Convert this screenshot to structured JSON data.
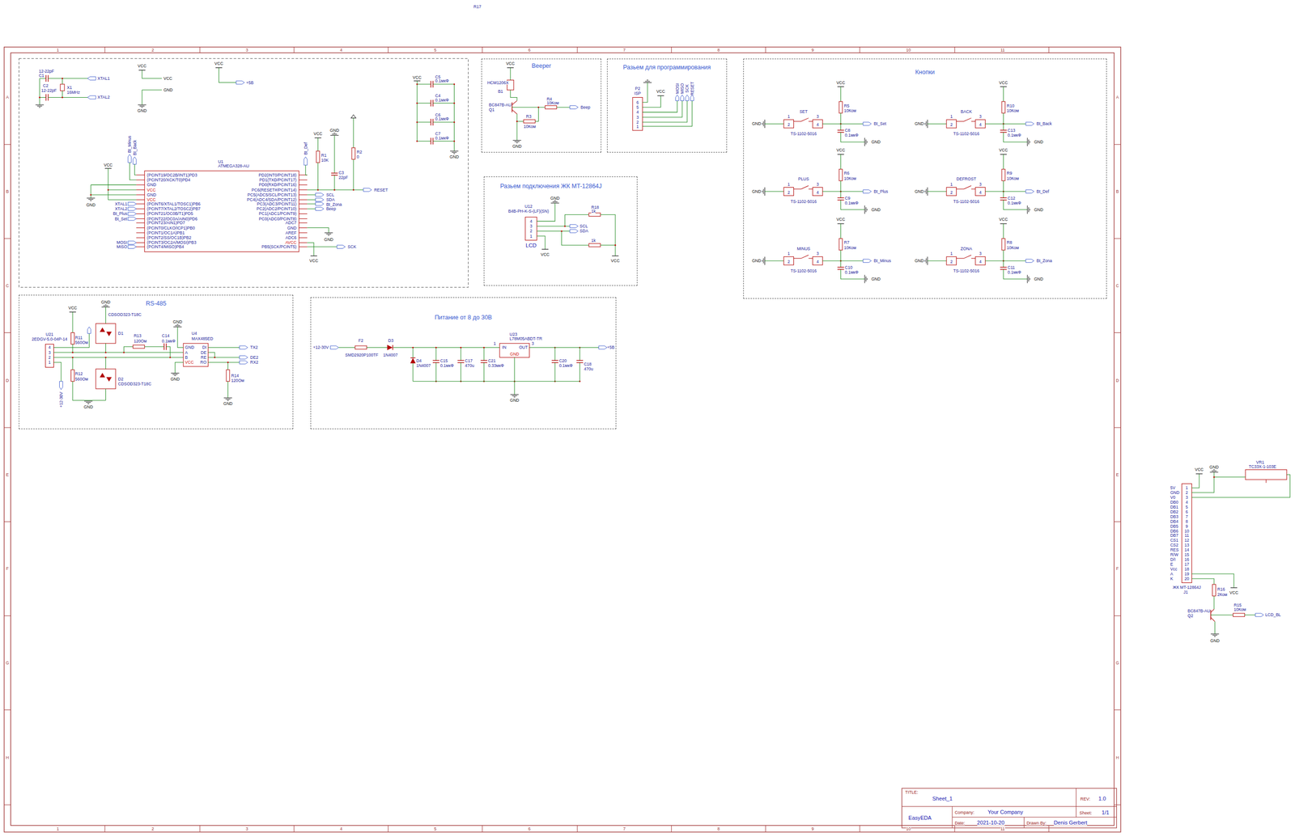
{
  "diagram": {
    "nodes": [
      {
        "text": [
          "Beeper"
        ]
      },
      {
        "text": [
          "Разьем для программирования"
        ]
      },
      {
        "text": [
          "Кнопки"
        ]
      },
      {
        "text": [
          "Разьем подключения ЖК MT-12864J"
        ]
      },
      {
        "text": [
          "RS-485"
        ]
      },
      {
        "text": [
          "Питание от 8 до 30В"
        ]
      }
    ],
    "labels": [
      "R17",
      "1",
      "2",
      "3",
      "4",
      "5",
      "6",
      "7",
      "8",
      "9",
      "10",
      "11",
      "1",
      "2",
      "3",
      "4",
      "5",
      "6",
      "7",
      "8",
      "9",
      "10",
      "11",
      "A",
      "B",
      "C",
      "D",
      "E",
      "F",
      "G",
      "H",
      "A",
      "B",
      "C",
      "D",
      "E",
      "F",
      "G",
      "H",
      "12-22pF",
      "C1",
      "C2",
      "12-22pF",
      "X1",
      "16MHz",
      "XTAL1",
      "XTAL2",
      "VCC",
      "VCC",
      "GND",
      "GND",
      "VCC",
      "+5В",
      "VCC",
      "C5",
      "0.1мкФ",
      "C4",
      "0.1мкФ",
      "C6",
      "0.1мкФ",
      "C7",
      "0.1мкФ",
      "GND",
      "U1",
      "ATMEGA328-AU",
      "(PCINT19/OC2B/INT1)PD3",
      "(PCINT20/XCK/T0)PD4",
      "GND",
      "VCC",
      "GND",
      "VCC",
      "(PCINT6/XTAL1/TOSC1)PB6",
      "(PCINT7/XTAL2/TOSC2)PB7",
      "(PCINT21/OC0B/T1)PD5",
      "(PCINT22/OC0A/AIN0)PD6",
      "(PCINT23/AIN1)PD7",
      "(PCINT0/CLKO/ICP1)PB0",
      "(PCINT1/OC1A)PB1",
      "(PCINT2/SS/OC1B)PB2",
      "(PCINT3/OC2A/MOSI)PB3",
      "(PCINT4/MISO)PB4",
      "PD2(INT0/PCINT18)",
      "PD1(TXD/PCINT17)",
      "PD0(RXD/PCINT16)",
      "PC6(RESET#/PCINT14)",
      "PC5(ADC5/SCL/PCINT13)",
      "PC4(ADC4/SDA/PCINT12)",
      "PC3(ADC3/PCINT11)",
      "PC2(ADC2/PCINT10)",
      "PC1(ADC1/PCINT9)",
      "PC0(ADC0/PCINT8)",
      "ADC7",
      "GND",
      "AREF",
      "ADC6",
      "AVCC",
      "PB5(SCK/PCINT5)",
      "VCC",
      "GND",
      "XTAL1",
      "XTAL2",
      "Bt_Plus",
      "Bt_Set",
      "MOSI",
      "MISO",
      "Bt_Minus",
      "Bt_Back",
      "Bt_Def",
      "VCC",
      "GND",
      "R1",
      "10K",
      "R2",
      "0",
      "C3",
      "22pF",
      "RESET",
      "SCL",
      "SDA",
      "Bt_Zona",
      "Beep",
      "GND",
      "SCK",
      "VCC",
      "VCC",
      "HCM1206X",
      "B1",
      "BC847B-AU",
      "Q1",
      "R4",
      "10Ком",
      "R3",
      "10Ком",
      "Beep",
      "GND",
      "P2",
      "ISP",
      "VCC",
      "6",
      "5",
      "4",
      "3",
      "2",
      "1",
      "MOSI",
      "MISO",
      "SCK",
      "RESET",
      "GND",
      "U12",
      "B4B-PH-K-S-(LF)(SN)",
      "4",
      "3",
      "2",
      "1",
      "LCD",
      "SCL",
      "SDA",
      "R18",
      "1k",
      "1k",
      "VCC",
      "VCC",
      "VCC",
      "R5",
      "10Ком",
      "GND",
      "SET",
      "1",
      "3",
      "2",
      "4",
      "TS-1102-5016",
      "C8",
      "0.1мкФ",
      "Bt_Set",
      "GND",
      "VCC",
      "R10",
      "10Ком",
      "GND",
      "BACK",
      "1",
      "3",
      "2",
      "4",
      "TS-1102-5016",
      "C13",
      "0.1мкФ",
      "Bt_Back",
      "GND",
      "VCC",
      "R6",
      "10Ком",
      "GND",
      "PLUS",
      "1",
      "3",
      "2",
      "4",
      "TS-1102-5016",
      "C9",
      "0.1мкФ",
      "Bt_Plus",
      "GND",
      "VCC",
      "R9",
      "10Ком",
      "GND",
      "DEFROST",
      "1",
      "3",
      "2",
      "4",
      "TS-1102-5016",
      "C12",
      "0.1мкФ",
      "Bt_Def",
      "GND",
      "VCC",
      "R7",
      "10Ком",
      "GND",
      "MINUS",
      "1",
      "3",
      "2",
      "4",
      "TS-1102-5016",
      "C10",
      "0.1мкФ",
      "Bt_Minus",
      "GND",
      "VCC",
      "R8",
      "10Ком",
      "GND",
      "ZONA",
      "1",
      "3",
      "2",
      "4",
      "TS-1102-5016",
      "C11",
      "0.1мкФ",
      "Bt_Zona",
      "GND",
      "GND",
      "VCC",
      "CDSOD323-T18C",
      "D1",
      "R11",
      "560Ом",
      "U21",
      "2EDGV-5.0-04P-14",
      "4",
      "3",
      "2",
      "1",
      "R13",
      "120Ом",
      "C14",
      "0.1мкФ",
      "GND",
      "U4",
      "MAX485ED",
      "GND",
      "A",
      "B",
      "VCC",
      "DI",
      "DE",
      "RE",
      "RO",
      "TX2",
      "DE2",
      "RX2",
      "R14",
      "120Ом",
      "GND",
      "GND",
      "R12",
      "560Ом",
      "D2",
      "CDSOD323-T18C",
      "GND",
      "+12-30V",
      "+12-30V",
      "F2",
      "SMD2920P100TF",
      "D3",
      "1N4007",
      "D4",
      "1N4007",
      "C15",
      "0.1мкФ",
      "C17",
      "470u",
      "C21",
      "0.33мкФ",
      "U23",
      "L78M05ABDT-TR",
      "1",
      "IN",
      "OUT",
      "3",
      "GND",
      "C20",
      "0.1мкФ",
      "C18",
      "470u",
      "+5В",
      "GND",
      "VR1",
      "TC33X-1-103E",
      "VCC",
      "GND",
      "5V",
      "GND",
      "V0",
      "DB0",
      "DB1",
      "DB2",
      "DB3",
      "DB4",
      "DB5",
      "DB6",
      "DB7",
      "CS1",
      "CS2",
      "RES",
      "R/W",
      "D/I",
      "E",
      "Vcc",
      "A",
      "K",
      "1",
      "2",
      "3",
      "4",
      "5",
      "6",
      "7",
      "8",
      "9",
      "10",
      "11",
      "12",
      "13",
      "14",
      "15",
      "16",
      "17",
      "18",
      "19",
      "20",
      "ЖК MT-12864J",
      "J1",
      "VCC",
      "R16",
      "2Ком",
      "BC847B-AU",
      "Q2",
      "R15",
      "10Ком",
      "LCD_BL",
      "GND",
      "TITLE:",
      "Sheet_1",
      "REV:",
      "1.0",
      "Company:",
      "Your Company",
      "Sheet:",
      "1/1",
      "Date:",
      "2021-10-20",
      "Drawn By:",
      "Denis Gerbert",
      "EasyEDA"
    ]
  }
}
